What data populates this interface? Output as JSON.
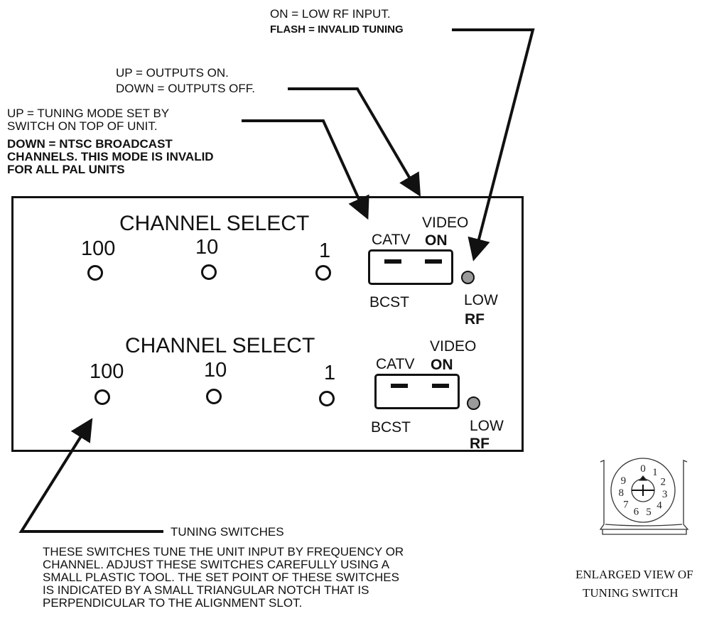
{
  "callouts": {
    "low_rf": {
      "line1": "ON = LOW RF INPUT.",
      "line2": "FLASH = INVALID TUNING"
    },
    "outputs": {
      "line1": "UP = OUTPUTS ON.",
      "line2": "DOWN = OUTPUTS OFF."
    },
    "tuning_mode": {
      "line1": "UP = TUNING MODE SET BY",
      "line2": "SWITCH ON TOP OF UNIT.",
      "line3": "DOWN = NTSC BROADCAST",
      "line4": "CHANNELS.  THIS MODE IS INVALID",
      "line5": "FOR ALL PAL UNITS"
    },
    "tuning_switches": {
      "heading": "TUNING SWITCHES",
      "line1": "THESE SWITCHES TUNE THE UNIT INPUT BY FREQUENCY OR",
      "line2": "CHANNEL.  ADJUST THESE SWITCHES CAREFULLY USING A",
      "line3": "SMALL PLASTIC TOOL.  THE SET POINT OF THESE SWITCHES",
      "line4": "IS INDICATED BY A SMALL TRIANGULAR NOTCH THAT IS",
      "line5": "PERPENDICULAR TO THE ALIGNMENT SLOT."
    }
  },
  "panel": {
    "rows": [
      {
        "title": "CHANNEL SELECT",
        "digits": [
          "100",
          "10",
          "1"
        ],
        "switch_top": "CATV",
        "switch_bottom": "BCST",
        "video": "VIDEO",
        "on": "ON",
        "low": "LOW",
        "rf": "RF"
      },
      {
        "title": "CHANNEL SELECT",
        "digits": [
          "100",
          "10",
          "1"
        ],
        "switch_top": "CATV",
        "switch_bottom": "BCST",
        "video": "VIDEO",
        "on": "ON",
        "low": "LOW",
        "rf": "RF"
      }
    ]
  },
  "enlarged": {
    "dial_digits": [
      "0",
      "1",
      "2",
      "3",
      "4",
      "5",
      "6",
      "7",
      "8",
      "9"
    ],
    "caption_line1": "ENLARGED VIEW OF",
    "caption_line2": "TUNING SWITCH"
  }
}
